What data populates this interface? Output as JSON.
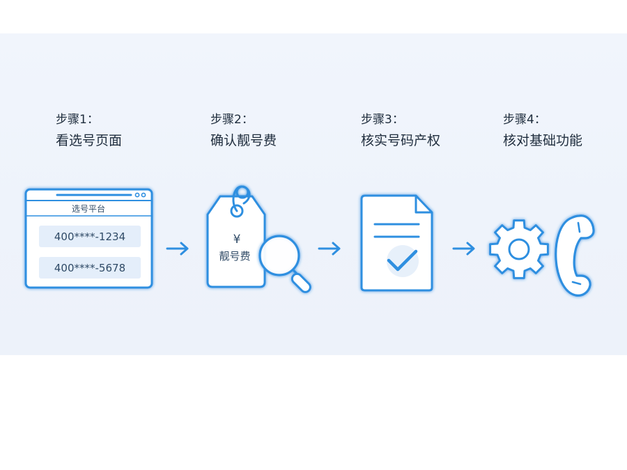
{
  "steps": [
    {
      "label": "步骤1：",
      "title": "看选号页面"
    },
    {
      "label": "步骤2：",
      "title": "确认靓号费"
    },
    {
      "label": "步骤3：",
      "title": "核实号码产权"
    },
    {
      "label": "步骤4：",
      "title": "核对基础功能"
    }
  ],
  "browser": {
    "header": "选号平台",
    "numbers": [
      "400****-1234",
      "400****-5678"
    ]
  },
  "tag": {
    "symbol": "¥",
    "text": "靓号费"
  },
  "icons": {
    "step1": "browser-window-icon",
    "step2": "price-tag-icon",
    "step2b": "magnifier-icon",
    "step3": "document-check-icon",
    "step4a": "gear-icon",
    "step4b": "phone-handset-icon",
    "arrow": "arrow-right-icon"
  },
  "colors": {
    "accent": "#2f8fe0",
    "text": "#1f2d3d",
    "band": "#eff4fb"
  }
}
